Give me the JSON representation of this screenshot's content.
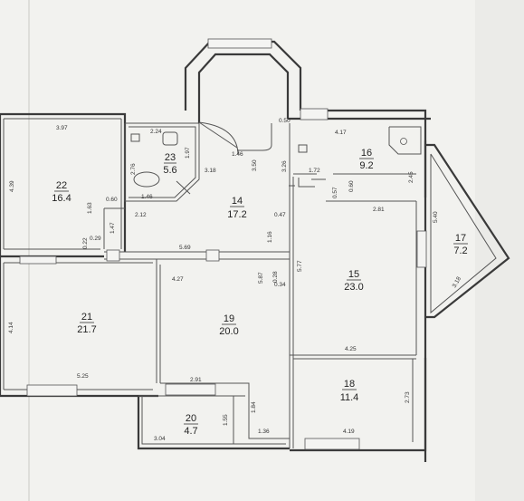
{
  "rooms": [
    {
      "id": "r22",
      "number": "22",
      "area": "16.4"
    },
    {
      "id": "r23",
      "number": "23",
      "area": "5.6"
    },
    {
      "id": "r14",
      "number": "14",
      "area": "17.2"
    },
    {
      "id": "r16",
      "number": "16",
      "area": "9.2"
    },
    {
      "id": "r17",
      "number": "17",
      "area": "7.2"
    },
    {
      "id": "r15",
      "number": "15",
      "area": "23.0"
    },
    {
      "id": "r21",
      "number": "21",
      "area": "21.7"
    },
    {
      "id": "r19",
      "number": "19",
      "area": "20.0"
    },
    {
      "id": "r18",
      "number": "18",
      "area": "11.4"
    },
    {
      "id": "r20",
      "number": "20",
      "area": "4.7"
    }
  ],
  "dimensions": [
    "3.97",
    "4.39",
    "0.60",
    "1.63",
    "0.29",
    "0.22",
    "1.47",
    "2.24",
    "1.97",
    "2.76",
    "1.46",
    "2.12",
    "3.18",
    "1.46",
    "3.50",
    "3.26",
    "0.50",
    "0.47",
    "1.16",
    "5.69",
    "4.17",
    "2.45",
    "1.72",
    "0.57",
    "0.60",
    "2.81",
    "5.40",
    "3.18",
    "5.77",
    "4.27",
    "5.87",
    "0.28",
    "0.34",
    "4.14",
    "5.25",
    "4.25",
    "2.91",
    "1.84",
    "1.55",
    "3.04",
    "1.36",
    "2.73",
    "4.19"
  ]
}
